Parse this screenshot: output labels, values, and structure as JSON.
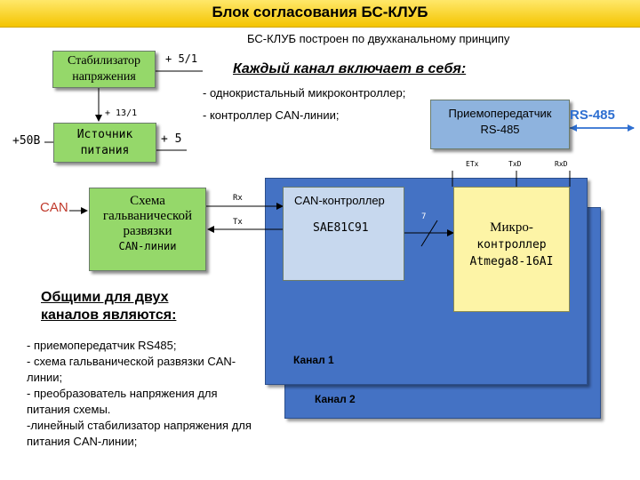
{
  "title": "Блок согласования БС-КЛУБ",
  "subtitle": "БС-КЛУБ построен по двухканальному принципу",
  "channel_heading": "Каждый канал включает в себя:",
  "channel_items": [
    "- однокристальный микроконтроллер;",
    "- контроллер CAN-линии;"
  ],
  "stabilizer": {
    "label1": "Стабилизатор",
    "label2": "напряжения",
    "out": "+ 5/1"
  },
  "power": {
    "label1": "Источник",
    "label2": "питания",
    "in": "+50В",
    "top": "+ 13/1",
    "out": "+ 5"
  },
  "can_label": "CAN",
  "isolation": {
    "lines": [
      "Схема",
      "гальванической",
      "развязки",
      "CAN-линии"
    ]
  },
  "rx_label": "Rx",
  "tx_label": "Tx",
  "can_controller": {
    "title": "CAN-контроллер",
    "chip": "SAE81C91"
  },
  "bus_width": "7",
  "mcu": {
    "lines": [
      "Микро-",
      "контроллер",
      "Atmega8-16AI"
    ]
  },
  "transceiver": {
    "line1": "Приемопередатчик",
    "line2": "RS-485",
    "ext": "RS-485"
  },
  "pins": [
    "ETx",
    "TxD",
    "RxD"
  ],
  "common_heading1": "Общими для двух",
  "common_heading2": "каналов являются:",
  "common_items": [
    "- приемопередатчик RS485;",
    "- схема гальванической развязки CAN-",
    "линии;",
    "- преобразователь напряжения для",
    "питания  схемы.",
    "-линейный стабилизатор напряжения для",
    "питания CAN-линии;"
  ],
  "channel1": "Канал 1",
  "channel2": "Канал 2",
  "colors": {
    "green": "#95d86a",
    "light_blue": "#c7d8ee",
    "mid_blue": "#8eb3de",
    "channel_blue": "#4472c4",
    "title_bar": "#f4c400",
    "rs485_text": "#2e6fd1"
  }
}
